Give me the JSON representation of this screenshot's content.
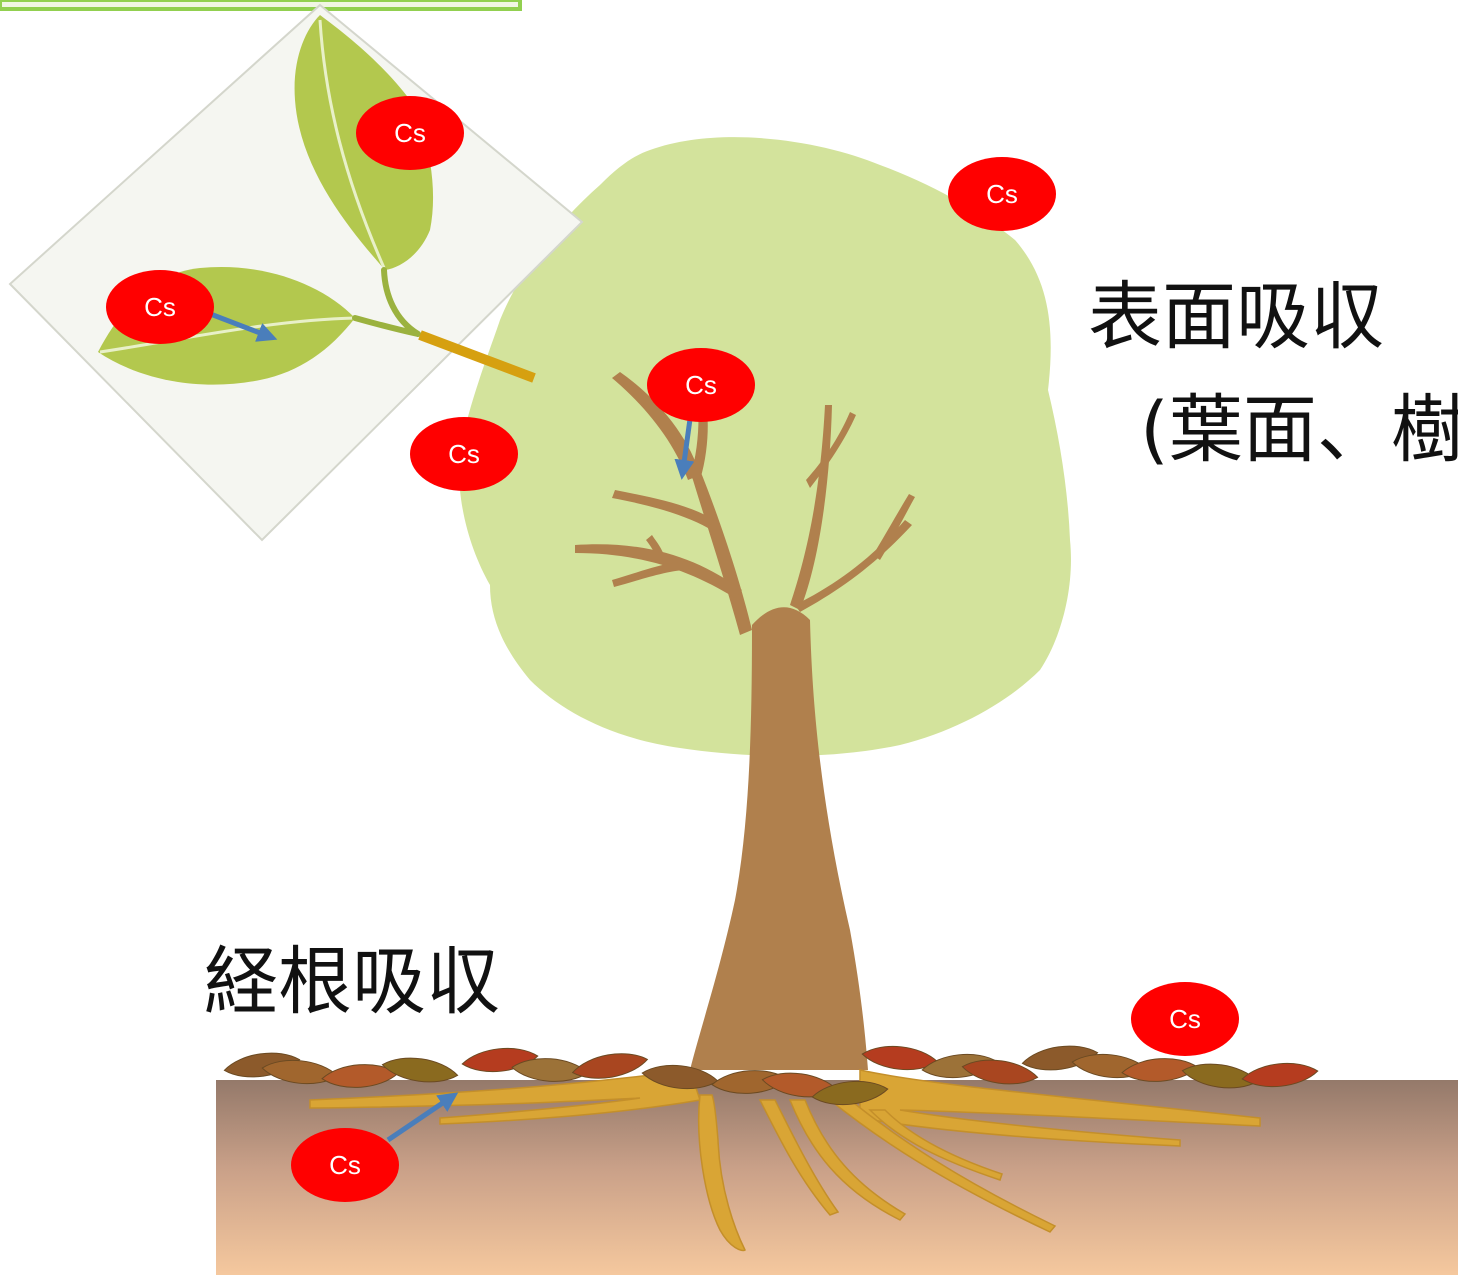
{
  "labels": {
    "surface_absorption": "表面吸収",
    "surface_detail": "(葉面、樹",
    "root_absorption": "経根吸収"
  },
  "markers": [
    {
      "id": "leaf-top",
      "text": "Cs"
    },
    {
      "id": "leaf-left",
      "text": "Cs"
    },
    {
      "id": "canopy-top-right",
      "text": "Cs"
    },
    {
      "id": "branch-top",
      "text": "Cs"
    },
    {
      "id": "canopy-left",
      "text": "Cs"
    },
    {
      "id": "litter-right",
      "text": "Cs"
    },
    {
      "id": "soil-left",
      "text": "Cs"
    }
  ],
  "colors": {
    "canopy": "#d3e39c",
    "trunk": "#b0804d",
    "marker": "#ff0000",
    "arrow": "#4a7ebb",
    "root": "#d9a535",
    "leaf": "#b3c84e",
    "soil_top": "#9a8070",
    "soil_bottom": "#f3c59c"
  }
}
